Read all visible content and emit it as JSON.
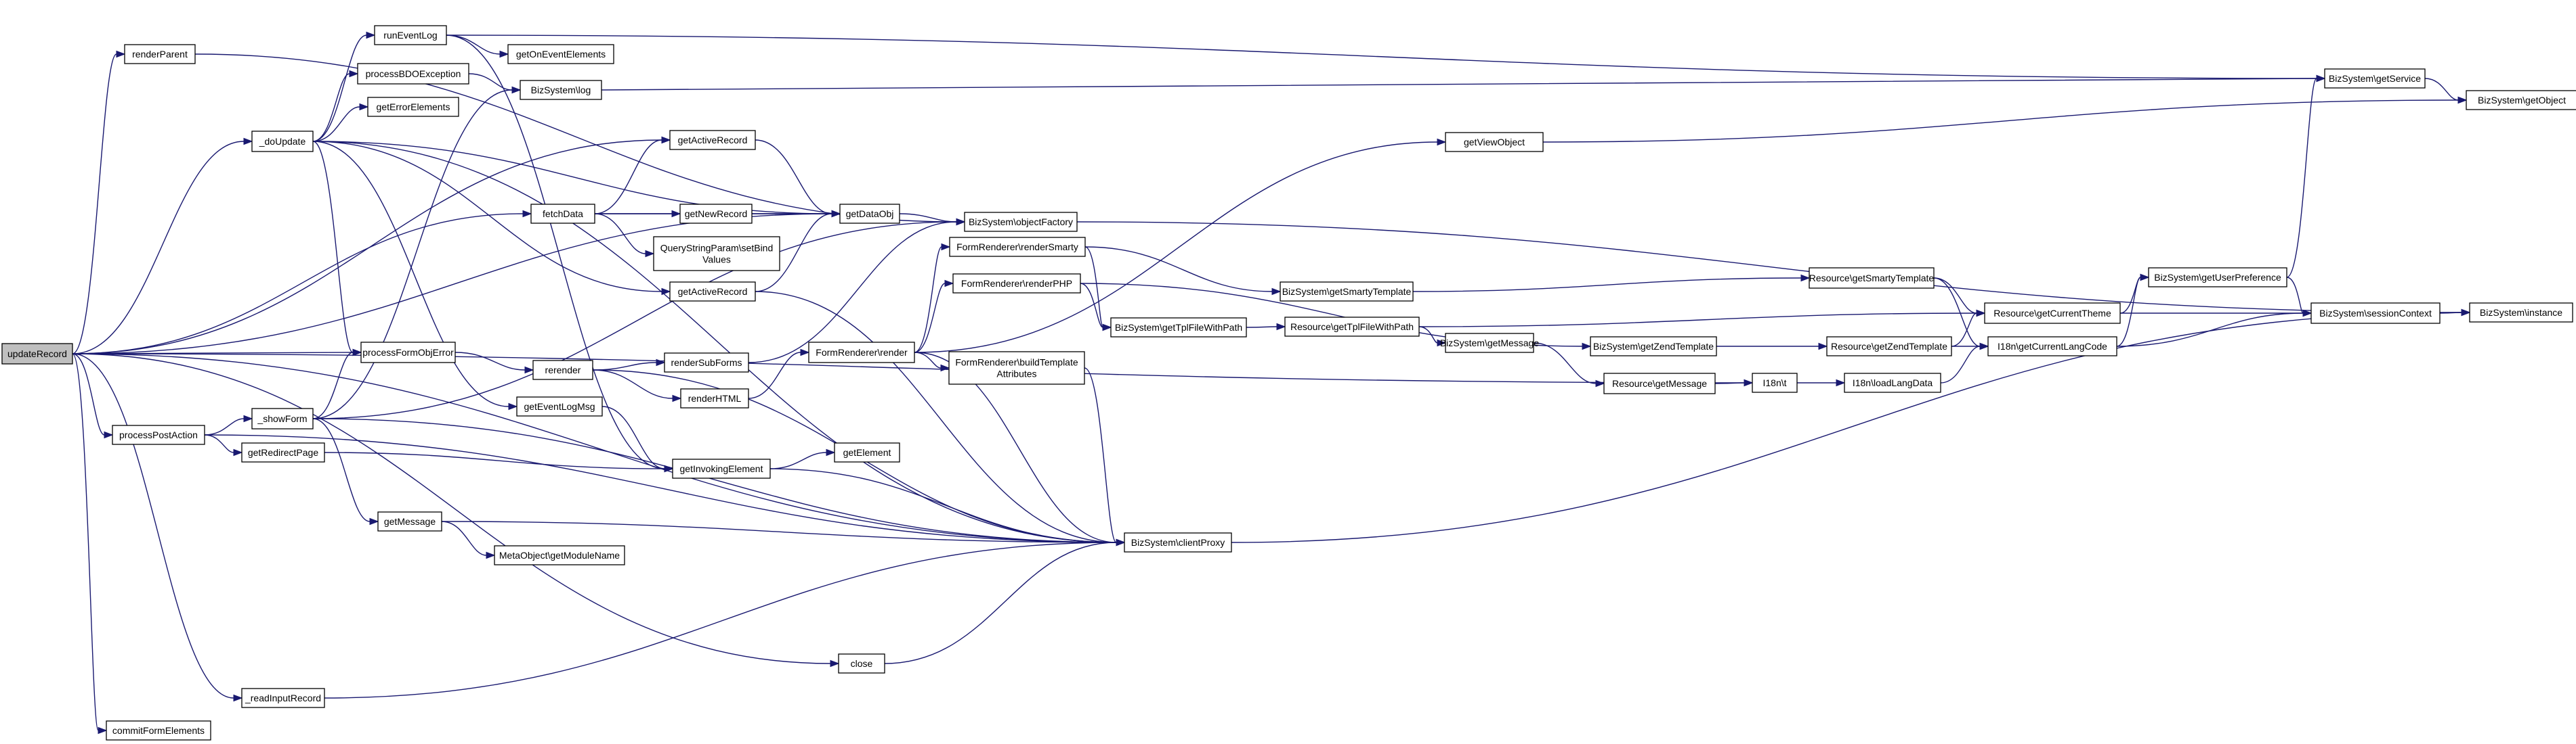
{
  "nodes": [
    {
      "id": "updateRecord",
      "lines": [
        "updateRecord"
      ],
      "root": true
    },
    {
      "id": "renderParent",
      "lines": [
        "renderParent"
      ]
    },
    {
      "id": "doUpdate",
      "lines": [
        "_doUpdate"
      ]
    },
    {
      "id": "processFormObjError",
      "lines": [
        "processFormObjError"
      ]
    },
    {
      "id": "processPostAction",
      "lines": [
        "processPostAction"
      ]
    },
    {
      "id": "close",
      "lines": [
        "close"
      ]
    },
    {
      "id": "readInputRecord",
      "lines": [
        "_readInputRecord"
      ]
    },
    {
      "id": "commitFormElements",
      "lines": [
        "commitFormElements"
      ]
    },
    {
      "id": "fetchData",
      "lines": [
        "fetchData"
      ]
    },
    {
      "id": "runEventLog",
      "lines": [
        "runEventLog"
      ]
    },
    {
      "id": "processBDOException",
      "lines": [
        "processBDOException"
      ]
    },
    {
      "id": "getErrorElements",
      "lines": [
        "getErrorElements"
      ]
    },
    {
      "id": "getEventLogMsg",
      "lines": [
        "getEventLogMsg"
      ]
    },
    {
      "id": "getActiveRecord1",
      "lines": [
        "getActiveRecord"
      ]
    },
    {
      "id": "getActiveRecord2",
      "lines": [
        "getActiveRecord"
      ]
    },
    {
      "id": "showForm",
      "lines": [
        "_showForm"
      ]
    },
    {
      "id": "getRedirectPage",
      "lines": [
        "getRedirectPage"
      ]
    },
    {
      "id": "getMessage",
      "lines": [
        "getMessage"
      ]
    },
    {
      "id": "getOnEventElements",
      "lines": [
        "getOnEventElements"
      ]
    },
    {
      "id": "bizLog",
      "lines": [
        "BizSystem\\log"
      ]
    },
    {
      "id": "getNewRecord",
      "lines": [
        "getNewRecord"
      ]
    },
    {
      "id": "qspSetBindValues",
      "lines": [
        "QueryStringParam\\setBind",
        "Values"
      ]
    },
    {
      "id": "rerender",
      "lines": [
        "rerender"
      ]
    },
    {
      "id": "renderSubForms",
      "lines": [
        "renderSubForms"
      ]
    },
    {
      "id": "renderHTML",
      "lines": [
        "renderHTML"
      ]
    },
    {
      "id": "getInvokingElement",
      "lines": [
        "getInvokingElement"
      ]
    },
    {
      "id": "metaGetModuleName",
      "lines": [
        "MetaObject\\getModuleName"
      ]
    },
    {
      "id": "getDataObj",
      "lines": [
        "getDataObj"
      ]
    },
    {
      "id": "getElement",
      "lines": [
        "getElement"
      ]
    },
    {
      "id": "frRender",
      "lines": [
        "FormRenderer\\render"
      ]
    },
    {
      "id": "frRenderSmarty",
      "lines": [
        "FormRenderer\\renderSmarty"
      ]
    },
    {
      "id": "frRenderPHP",
      "lines": [
        "FormRenderer\\renderPHP"
      ]
    },
    {
      "id": "frBuildTemplateAttributes",
      "lines": [
        "FormRenderer\\buildTemplate",
        "Attributes"
      ]
    },
    {
      "id": "bizObjectFactory",
      "lines": [
        "BizSystem\\objectFactory"
      ]
    },
    {
      "id": "bizClientProxy",
      "lines": [
        "BizSystem\\clientProxy"
      ]
    },
    {
      "id": "getViewObject",
      "lines": [
        "getViewObject"
      ]
    },
    {
      "id": "bizGetSmartyTemplate",
      "lines": [
        "BizSystem\\getSmartyTemplate"
      ]
    },
    {
      "id": "bizGetTplFileWithPath",
      "lines": [
        "BizSystem\\getTplFileWithPath"
      ]
    },
    {
      "id": "resGetTplFileWithPath",
      "lines": [
        "Resource\\getTplFileWithPath"
      ]
    },
    {
      "id": "bizGetMessage",
      "lines": [
        "BizSystem\\getMessage"
      ]
    },
    {
      "id": "resGetSmartyTemplate",
      "lines": [
        "Resource\\getSmartyTemplate"
      ]
    },
    {
      "id": "bizGetZendTemplate",
      "lines": [
        "BizSystem\\getZendTemplate"
      ]
    },
    {
      "id": "resGetMessage",
      "lines": [
        "Resource\\getMessage"
      ]
    },
    {
      "id": "i18nT",
      "lines": [
        "I18n\\t"
      ]
    },
    {
      "id": "resGetZendTemplate",
      "lines": [
        "Resource\\getZendTemplate"
      ]
    },
    {
      "id": "i18nLoadLangData",
      "lines": [
        "I18n\\loadLangData"
      ]
    },
    {
      "id": "resGetCurrentTheme",
      "lines": [
        "Resource\\getCurrentTheme"
      ]
    },
    {
      "id": "i18nGetCurrentLangCode",
      "lines": [
        "I18n\\getCurrentLangCode"
      ]
    },
    {
      "id": "bizGetUserPreference",
      "lines": [
        "BizSystem\\getUserPreference"
      ]
    },
    {
      "id": "bizGetService",
      "lines": [
        "BizSystem\\getService"
      ]
    },
    {
      "id": "bizGetObject",
      "lines": [
        "BizSystem\\getObject"
      ]
    },
    {
      "id": "bizSessionContext",
      "lines": [
        "BizSystem\\sessionContext"
      ]
    },
    {
      "id": "bizInstance",
      "lines": [
        "BizSystem\\instance"
      ]
    }
  ],
  "edges": [
    [
      "updateRecord",
      "renderParent"
    ],
    [
      "updateRecord",
      "doUpdate"
    ],
    [
      "updateRecord",
      "fetchData"
    ],
    [
      "updateRecord",
      "processFormObjError"
    ],
    [
      "updateRecord",
      "processPostAction"
    ],
    [
      "updateRecord",
      "close"
    ],
    [
      "updateRecord",
      "readInputRecord"
    ],
    [
      "updateRecord",
      "commitFormElements"
    ],
    [
      "updateRecord",
      "getActiveRecord1"
    ],
    [
      "updateRecord",
      "getDataObj"
    ],
    [
      "updateRecord",
      "bizClientProxy"
    ],
    [
      "updateRecord",
      "i18nT"
    ],
    [
      "renderParent",
      "bizObjectFactory"
    ],
    [
      "doUpdate",
      "runEventLog"
    ],
    [
      "doUpdate",
      "processBDOException"
    ],
    [
      "doUpdate",
      "getErrorElements"
    ],
    [
      "doUpdate",
      "getDataObj"
    ],
    [
      "doUpdate",
      "getActiveRecord2"
    ],
    [
      "doUpdate",
      "processFormObjError"
    ],
    [
      "doUpdate",
      "getEventLogMsg"
    ],
    [
      "doUpdate",
      "bizClientProxy"
    ],
    [
      "runEventLog",
      "getOnEventElements"
    ],
    [
      "runEventLog",
      "bizGetService"
    ],
    [
      "runEventLog",
      "getInvokingElement"
    ],
    [
      "processBDOException",
      "bizLog"
    ],
    [
      "bizLog",
      "bizGetService"
    ],
    [
      "fetchData",
      "getActiveRecord1"
    ],
    [
      "fetchData",
      "getNewRecord"
    ],
    [
      "fetchData",
      "qspSetBindValues"
    ],
    [
      "fetchData",
      "getDataObj"
    ],
    [
      "getActiveRecord1",
      "getDataObj"
    ],
    [
      "getNewRecord",
      "getDataObj"
    ],
    [
      "getActiveRecord2",
      "getDataObj"
    ],
    [
      "getActiveRecord2",
      "bizClientProxy"
    ],
    [
      "getDataObj",
      "bizObjectFactory"
    ],
    [
      "bizObjectFactory",
      "bizInstance"
    ],
    [
      "processFormObjError",
      "rerender"
    ],
    [
      "rerender",
      "renderSubForms"
    ],
    [
      "rerender",
      "renderHTML"
    ],
    [
      "rerender",
      "bizClientProxy"
    ],
    [
      "renderSubForms",
      "bizObjectFactory"
    ],
    [
      "renderHTML",
      "frRender"
    ],
    [
      "processPostAction",
      "showForm"
    ],
    [
      "processPostAction",
      "getRedirectPage"
    ],
    [
      "processPostAction",
      "bizClientProxy"
    ],
    [
      "showForm",
      "processFormObjError"
    ],
    [
      "showForm",
      "bizLog"
    ],
    [
      "showForm",
      "getMessage"
    ],
    [
      "showForm",
      "bizObjectFactory"
    ],
    [
      "showForm",
      "bizClientProxy"
    ],
    [
      "getRedirectPage",
      "getInvokingElement"
    ],
    [
      "getEventLogMsg",
      "getInvokingElement"
    ],
    [
      "getInvokingElement",
      "getElement"
    ],
    [
      "getInvokingElement",
      "bizClientProxy"
    ],
    [
      "getMessage",
      "metaGetModuleName"
    ],
    [
      "getMessage",
      "bizClientProxy"
    ],
    [
      "close",
      "bizClientProxy"
    ],
    [
      "readInputRecord",
      "bizClientProxy"
    ],
    [
      "frRender",
      "frRenderSmarty"
    ],
    [
      "frRender",
      "frRenderPHP"
    ],
    [
      "frRender",
      "frBuildTemplateAttributes"
    ],
    [
      "frRender",
      "getViewObject"
    ],
    [
      "frRender",
      "bizClientProxy"
    ],
    [
      "frBuildTemplateAttributes",
      "bizClientProxy"
    ],
    [
      "getViewObject",
      "bizGetObject"
    ],
    [
      "frRenderSmarty",
      "bizGetSmartyTemplate"
    ],
    [
      "frRenderSmarty",
      "bizGetTplFileWithPath"
    ],
    [
      "frRenderPHP",
      "bizGetTplFileWithPath"
    ],
    [
      "frRenderPHP",
      "bizGetZendTemplate"
    ],
    [
      "bizGetSmartyTemplate",
      "resGetSmartyTemplate"
    ],
    [
      "bizGetTplFileWithPath",
      "resGetTplFileWithPath"
    ],
    [
      "resGetTplFileWithPath",
      "resGetCurrentTheme"
    ],
    [
      "resGetTplFileWithPath",
      "bizGetMessage"
    ],
    [
      "bizGetMessage",
      "resGetMessage"
    ],
    [
      "bizGetZendTemplate",
      "resGetZendTemplate"
    ],
    [
      "resGetMessage",
      "i18nT"
    ],
    [
      "i18nT",
      "i18nLoadLangData"
    ],
    [
      "i18nLoadLangData",
      "i18nGetCurrentLangCode"
    ],
    [
      "resGetSmartyTemplate",
      "resGetCurrentTheme"
    ],
    [
      "resGetSmartyTemplate",
      "i18nGetCurrentLangCode"
    ],
    [
      "resGetZendTemplate",
      "resGetCurrentTheme"
    ],
    [
      "resGetZendTemplate",
      "i18nGetCurrentLangCode"
    ],
    [
      "resGetCurrentTheme",
      "bizGetUserPreference"
    ],
    [
      "resGetCurrentTheme",
      "bizSessionContext"
    ],
    [
      "i18nGetCurrentLangCode",
      "bizGetUserPreference"
    ],
    [
      "i18nGetCurrentLangCode",
      "bizSessionContext"
    ],
    [
      "bizGetUserPreference",
      "bizGetService"
    ],
    [
      "bizGetUserPreference",
      "bizSessionContext"
    ],
    [
      "bizGetService",
      "bizGetObject"
    ],
    [
      "bizSessionContext",
      "bizInstance"
    ],
    [
      "bizClientProxy",
      "bizInstance"
    ]
  ]
}
